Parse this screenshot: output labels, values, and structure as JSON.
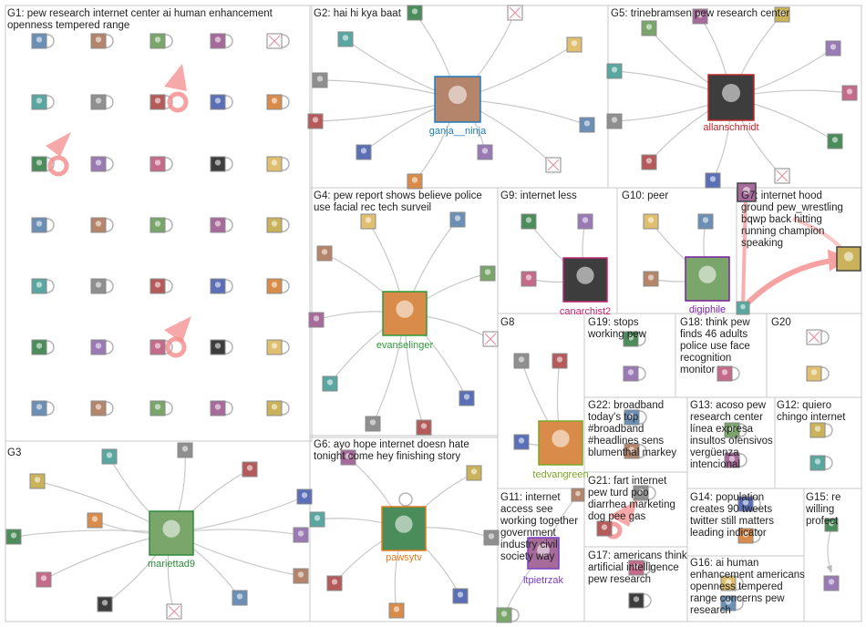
{
  "colors": {
    "edge": "#c8c8c8",
    "self_loop": "#b4b4b4",
    "highlight_edge": "#f48b8b",
    "box_border": "#c8c8c8",
    "label_ganja": "#1f7bbf",
    "label_allan": "#c0262a",
    "label_evan": "#2e9a3a",
    "label_canarchist": "#c0266e",
    "label_digiphile": "#7a1fa0",
    "label_tedvan": "#7fa52a",
    "label_mariettad": "#2e8a3a",
    "label_pawsytv": "#e07b1f",
    "label_ltpietrzak": "#7a3cc0"
  },
  "groups": [
    {
      "id": "G1",
      "label": "G1: pew research internet center ai human enhancement openness tempered range"
    },
    {
      "id": "G2",
      "label": "G2: hai hi kya baat"
    },
    {
      "id": "G5",
      "label": "G5: trinebramsen pew research center"
    },
    {
      "id": "G4",
      "label": "G4: pew report shows believe police use facial rec tech surveil"
    },
    {
      "id": "G9",
      "label": "G9: internet less"
    },
    {
      "id": "G10",
      "label": "G10: peer"
    },
    {
      "id": "G7",
      "label": "G7: internet hood ground pew_wrestling bqwp back hitting running champion speaking"
    },
    {
      "id": "G8",
      "label": "G8"
    },
    {
      "id": "G19",
      "label": "G19: stops working pew"
    },
    {
      "id": "G18",
      "label": "G18: think pew finds 46 adults police use face recognition monitor"
    },
    {
      "id": "G20",
      "label": "G20"
    },
    {
      "id": "G3",
      "label": "G3"
    },
    {
      "id": "G6",
      "label": "G6: ayo hope internet doesn hate tonight come hey finishing story"
    },
    {
      "id": "G22",
      "label": "G22: broadband today's top #broadband #headlines sens blumenthal markey"
    },
    {
      "id": "G13",
      "label": "G13: acoso pew research center línea expresa insultos ofensivos vergüenza intencional"
    },
    {
      "id": "G12",
      "label": "G12: quiero chingo internet"
    },
    {
      "id": "G11",
      "label": "G11: internet access see working together government industry civil society way"
    },
    {
      "id": "G21",
      "label": "G21: fart internet pew turd poo diarrhea marketing dog pee gas"
    },
    {
      "id": "G14",
      "label": "G14: population creates 90 tweets twitter still matters leading indicator"
    },
    {
      "id": "G15",
      "label": "G15: re willing profect"
    },
    {
      "id": "G17",
      "label": "G17: americans think artificial intelligence pew research"
    },
    {
      "id": "G16",
      "label": "G16: ai human enhancement americans openness tempered range concerns pew research"
    }
  ],
  "hubs": [
    {
      "key": "ganja",
      "name": "ganja__ninja"
    },
    {
      "key": "allan",
      "name": "allanschmidt"
    },
    {
      "key": "evan",
      "name": "evanselinger"
    },
    {
      "key": "canarchist",
      "name": "canarchist2"
    },
    {
      "key": "digiphile",
      "name": "digiphile"
    },
    {
      "key": "tedvan",
      "name": "tedvangreen"
    },
    {
      "key": "mariettad",
      "name": "mariettad9"
    },
    {
      "key": "pawsytv",
      "name": "pawsytv"
    },
    {
      "key": "ltpietrzak",
      "name": "ltpietrzak"
    }
  ]
}
